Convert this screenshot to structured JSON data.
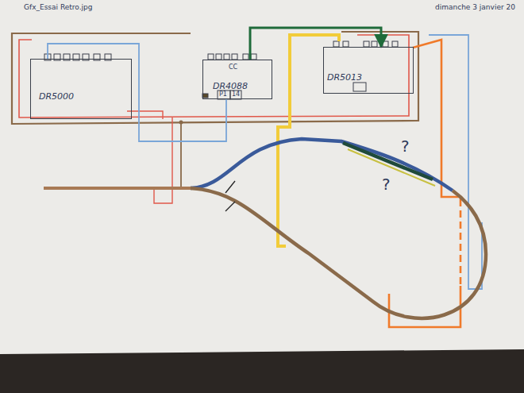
{
  "diagram": {
    "nodes": [
      {
        "text": [
          "DR5000"
        ]
      },
      {
        "text": [
          "DR4088"
        ]
      },
      {
        "text": [
          "DR5013"
        ]
      }
    ],
    "edges": [
      {
        "from": 0,
        "to": 1,
        "arrow": "none"
      },
      {
        "from": 1,
        "to": 2,
        "arrow": "to"
      }
    ],
    "labels": [
      "Gfx_Essai Retro.jpg",
      "dimanche 3 janvier 20",
      "CC",
      "P1",
      "14",
      "?",
      "?"
    ]
  }
}
